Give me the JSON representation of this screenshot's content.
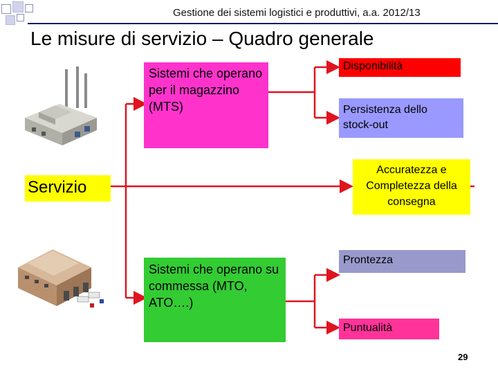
{
  "header": {
    "text": "Gestione dei sistemi logistici e produttivi, a.a. 2012/13"
  },
  "title": "Le misure di servizio – Quadro generale",
  "nodes": {
    "servizio": "Servizio",
    "mts": "Sistemi che operano per il magazzino (MTS)",
    "mto": "Sistemi che operano su commessa (MTO, ATO….)",
    "disponibilita": "Disponibilità",
    "persistenza": "Persistenza dello stock-out",
    "accuratezza": "Accuratezza e Completezza della consegna",
    "prontezza": "Prontezza",
    "puntualita": "Puntualità"
  },
  "colors": {
    "servizio": "#ffff00",
    "mts": "#ff33cc",
    "mto": "#33cc33",
    "disponibilita": "#ff0000",
    "persistenza": "#9999ff",
    "accuratezza": "#ffff00",
    "prontezza": "#9999cc",
    "puntualita": "#ff3399",
    "connector": "#e0141e"
  },
  "page_number": "29"
}
